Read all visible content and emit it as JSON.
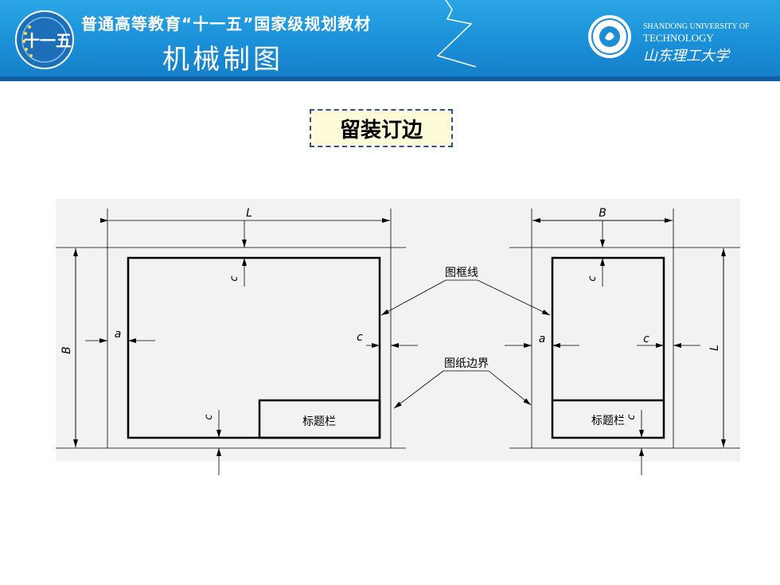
{
  "header": {
    "series_title": "普通高等教育“十一五”国家级规划教材",
    "course_title": "机械制图",
    "logo_text": "十一五",
    "university_en_line1": "SHANDONG UNIVERSITY OF",
    "university_en_line2": "TECHNOLOGY",
    "university_cn": "山东理工大学"
  },
  "slide_title": "留装订边",
  "figure": {
    "left_sheet": {
      "dim_top": "L",
      "dim_left": "B",
      "label_a": "a",
      "label_c_top": "c",
      "label_c_right": "c",
      "label_c_bottom": "c",
      "title_block": "标题栏"
    },
    "right_sheet": {
      "dim_top": "B",
      "dim_right": "L",
      "label_a": "a",
      "label_c_top": "c",
      "label_c_right": "c",
      "label_c_bottom": "c",
      "title_block": "标题栏"
    },
    "callout_frame_line": "图框线",
    "callout_sheet_border": "图纸边界"
  },
  "colors": {
    "banner": "#1a8fd8",
    "title_border": "#2b4fa0",
    "title_fill": "#fdfbd8"
  }
}
